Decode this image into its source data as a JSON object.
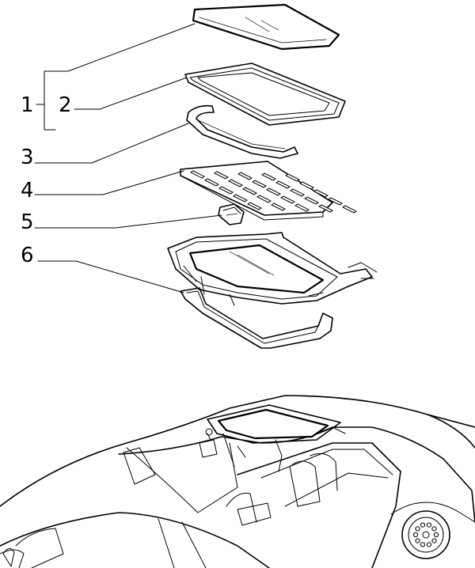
{
  "callouts": [
    {
      "id": "1",
      "label": "1"
    },
    {
      "id": "2",
      "label": "2"
    },
    {
      "id": "3",
      "label": "3"
    },
    {
      "id": "4",
      "label": "4"
    },
    {
      "id": "5",
      "label": "5"
    },
    {
      "id": "6",
      "label": "6"
    }
  ],
  "parts": [
    "glass-panel",
    "outer-seal",
    "deflector",
    "sunshade-panel",
    "clip",
    "sunroof-frame",
    "drain-seal"
  ],
  "illustration": "car-sunroof-exploded-view",
  "colors": {
    "line": "#000000",
    "background": "#ffffff"
  }
}
